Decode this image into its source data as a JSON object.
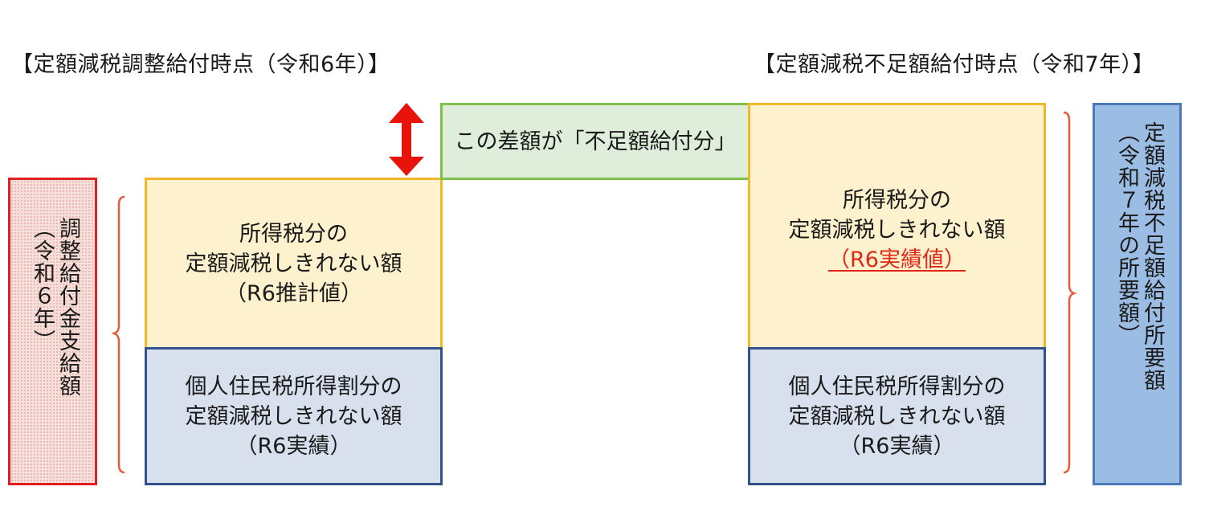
{
  "left_heading": "【定額減税調整給付時点（令和6年）】",
  "right_heading": "【定額減税不足額給付時点（令和7年）】",
  "left_vertical_label": {
    "col1": "調整給付金支給額",
    "col2": "（令和６年）"
  },
  "right_vertical_label": {
    "col1": "定額減税不足額給付所要額",
    "col2": "（令和７年の所要額）"
  },
  "left_income_tax_box": {
    "line1": "所得税分の",
    "line2": "定額減税しきれない額",
    "line3": "（R6推計値）"
  },
  "left_resident_tax_box": {
    "line1": "個人住民税所得割分の",
    "line2": "定額減税しきれない額",
    "line3": "（R6実績）"
  },
  "difference_box": "この差額が「不足額給付分」",
  "right_income_tax_box": {
    "line1": "所得税分の",
    "line2": "定額減税しきれない額",
    "line3": "（R6実績値）"
  },
  "right_resident_tax_box": {
    "line1": "個人住民税所得割分の",
    "line2": "定額減税しきれない額",
    "line3": "（R6実績）"
  },
  "colors": {
    "yellow_fill": "#fdf2cd",
    "yellow_border": "#f0b92a",
    "blue_fill": "#d8e0ee",
    "blue_border": "#33518a",
    "green_fill": "#dfeedb",
    "green_border": "#80c04a",
    "accent_red": "#e02818",
    "bracket_orange": "#e85a38"
  }
}
